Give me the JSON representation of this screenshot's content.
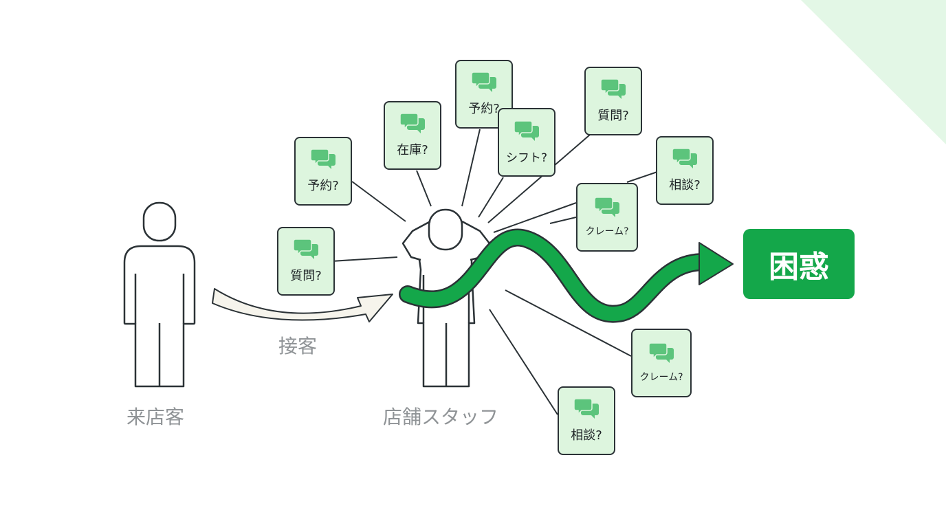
{
  "labels": {
    "customer": "来店客",
    "service": "接客",
    "staff": "店舗スタッフ",
    "result": "困惑"
  },
  "questions": [
    {
      "id": "yoyaku-left",
      "text": "予約?"
    },
    {
      "id": "shitsumon-left",
      "text": "質問?"
    },
    {
      "id": "zaiko",
      "text": "在庫?"
    },
    {
      "id": "yoyaku-top",
      "text": "予約?"
    },
    {
      "id": "shift",
      "text": "シフト?"
    },
    {
      "id": "shitsumon-right",
      "text": "質問?"
    },
    {
      "id": "soudan-right",
      "text": "相談?"
    },
    {
      "id": "claim-upper",
      "text": "クレーム?"
    },
    {
      "id": "claim-lower",
      "text": "クレーム?"
    },
    {
      "id": "soudan-bottom",
      "text": "相談?"
    }
  ],
  "icons": [
    "person-icon",
    "stressed-staff-icon",
    "chat-bubbles-icon",
    "curved-arrow-icon",
    "wavy-arrow-icon"
  ],
  "colors": {
    "accent": "#14a74a",
    "bubble_fill": "#ddf5de",
    "icon_green": "#5cc47c",
    "outline": "#2b3236",
    "caption_gray": "#8f9396",
    "corner_tint": "#e3f7e6",
    "service_arrow_fill": "#f6f4ec"
  }
}
